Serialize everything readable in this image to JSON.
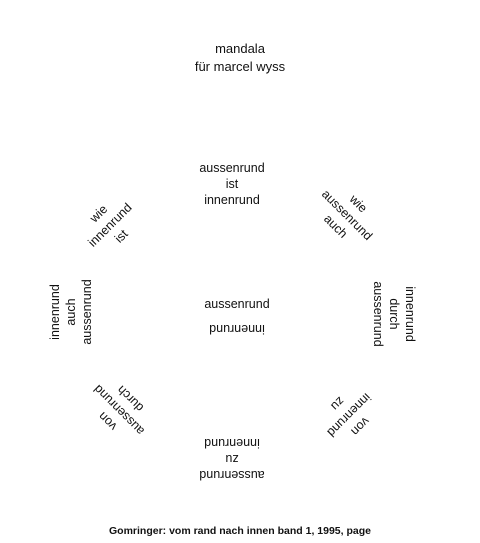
{
  "title": {
    "line1": "mandala",
    "line2": "für marcel wyss"
  },
  "poem": {
    "top": [
      "aussenrund",
      "ist",
      "innenrund"
    ],
    "upper_left": [
      "wie",
      "innenrund",
      "ist"
    ],
    "upper_right": [
      "wie",
      "aussenrund",
      "auch"
    ],
    "left": [
      "innenrund",
      "auch",
      "aussenrund"
    ],
    "right": [
      "innenrund",
      "durch",
      "aussenrund"
    ],
    "center_upright": "aussenrund",
    "center_inverted": "innenrund",
    "lower_left": [
      "von",
      "aussenrund",
      "durch"
    ],
    "lower_right": [
      "von",
      "innenrund",
      "zu"
    ],
    "bottom": [
      "aussenrund",
      "zu",
      "innenrund"
    ]
  },
  "caption": "Gomringer: vom rand nach innen band 1, 1995, page"
}
